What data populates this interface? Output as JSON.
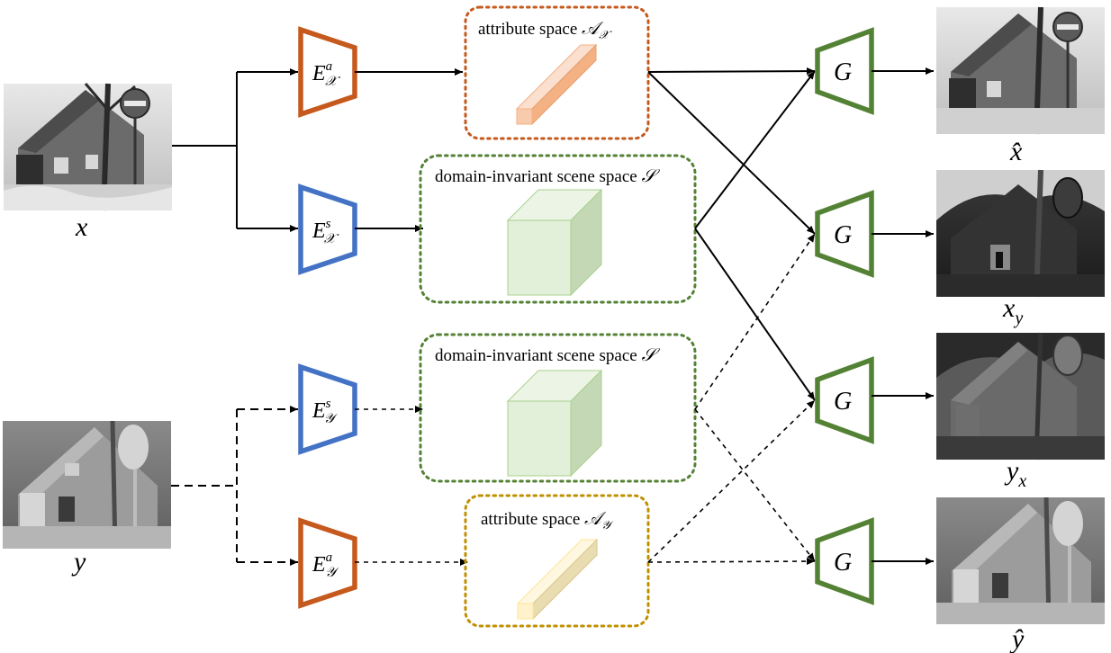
{
  "inputs": {
    "x_label": "x",
    "y_label": "y"
  },
  "encoders": {
    "ex_attr": {
      "base": "E",
      "sup": "a",
      "sub": "𝒳",
      "color": "#c65a1e"
    },
    "ex_scene": {
      "base": "E",
      "sup": "s",
      "sub": "𝒳",
      "color": "#4472c4"
    },
    "ey_scene": {
      "base": "E",
      "sup": "s",
      "sub": "𝒴",
      "color": "#4472c4"
    },
    "ey_attr": {
      "base": "E",
      "sup": "a",
      "sub": "𝒴",
      "color": "#c65a1e"
    }
  },
  "spaces": {
    "attr_x": {
      "label": "attribute  space",
      "symbol": "𝒜",
      "sub": "𝒳",
      "border": "#c65a1e",
      "fill": "#f8cbad"
    },
    "scene_top": {
      "label": "domain-invariant scene space",
      "symbol": "𝒮",
      "border": "#548235",
      "fill": "#e2f0d9"
    },
    "scene_bottom": {
      "label": "domain-invariant scene space",
      "symbol": "𝒮",
      "border": "#548235",
      "fill": "#e2f0d9"
    },
    "attr_y": {
      "label": "attribute  space",
      "symbol": "𝒜",
      "sub": "𝒴",
      "border": "#bf9000",
      "fill": "#fff2cc"
    }
  },
  "generators": {
    "label": "G",
    "color": "#548235"
  },
  "outputs": {
    "x_hat": "x̂",
    "x_y": {
      "base": "x",
      "sub": "y"
    },
    "y_x": {
      "base": "y",
      "sub": "x"
    },
    "y_hat": "ŷ"
  },
  "colors": {
    "encoder_attr": "#c65a1e",
    "encoder_scene": "#4472c4",
    "generator": "#548235"
  }
}
